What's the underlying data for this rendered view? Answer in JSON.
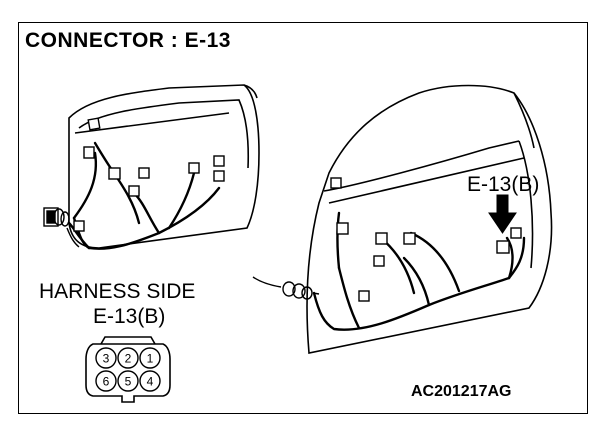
{
  "title": "CONNECTOR : E-13",
  "harness_side": {
    "line1": "HARNESS SIDE",
    "line2": "E-13(B)"
  },
  "callout": "E-13(B)",
  "figure_code": "AC201217AG",
  "connector_pins": {
    "top_row": [
      "3",
      "2",
      "1"
    ],
    "bottom_row": [
      "6",
      "5",
      "4"
    ]
  }
}
